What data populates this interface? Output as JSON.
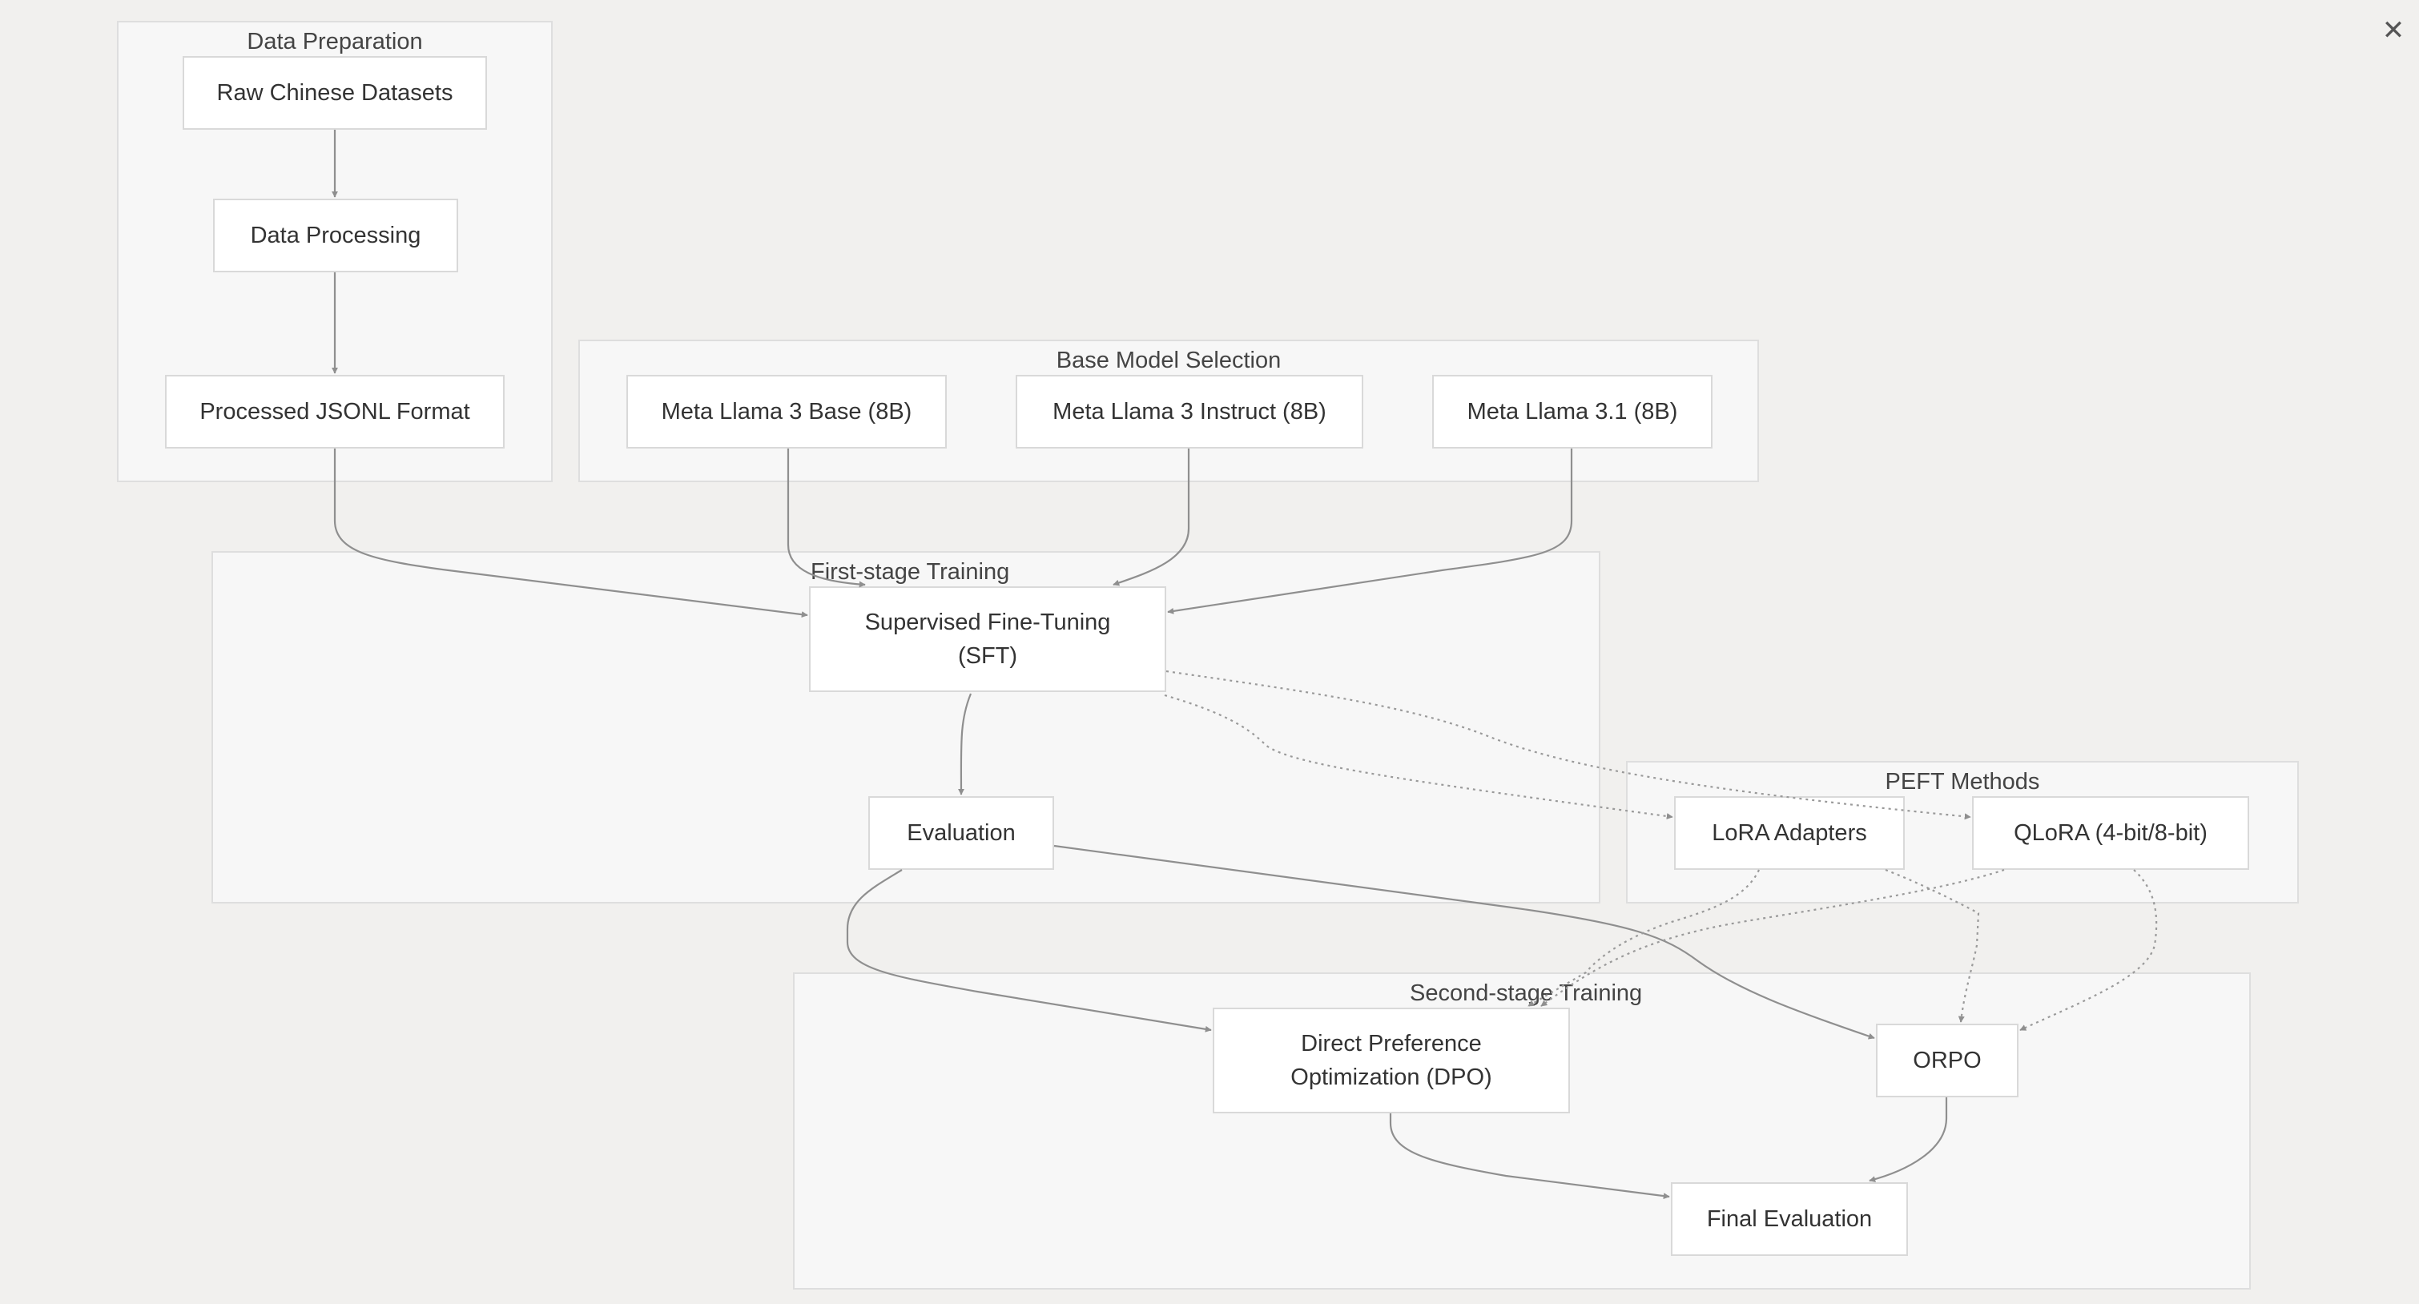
{
  "close_label": "✕",
  "groups": {
    "data_prep": "Data Preparation",
    "base_model": "Base Model Selection",
    "first_stage": "First-stage Training",
    "peft": "PEFT Methods",
    "second_stage": "Second-stage Training"
  },
  "nodes": {
    "raw_datasets": "Raw Chinese Datasets",
    "data_processing": "Data Processing",
    "processed_jsonl": "Processed JSONL Format",
    "llama3_base": "Meta Llama 3 Base (8B)",
    "llama3_instruct": "Meta Llama 3 Instruct (8B)",
    "llama31": "Meta Llama 3.1 (8B)",
    "sft_line1": "Supervised Fine-Tuning",
    "sft_line2": "(SFT)",
    "evaluation": "Evaluation",
    "lora": "LoRA Adapters",
    "qlora": "QLoRA (4-bit/8-bit)",
    "dpo_line1": "Direct Preference",
    "dpo_line2": "Optimization (DPO)",
    "orpo": "ORPO",
    "final_eval": "Final Evaluation"
  },
  "edge_color": "#8f8f8f"
}
